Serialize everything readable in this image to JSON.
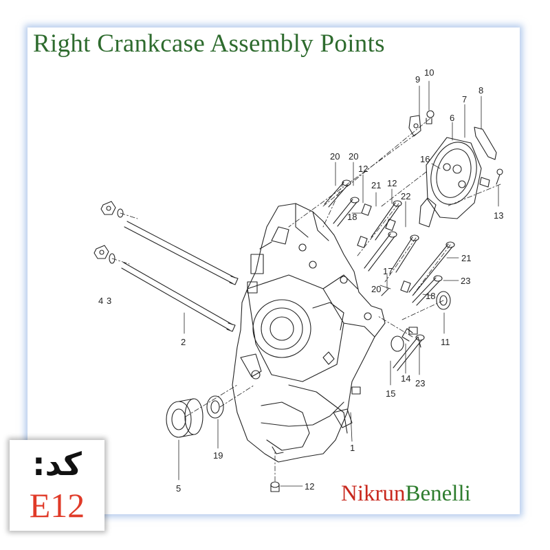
{
  "title": "Right Crankcase Assembly Points",
  "code": {
    "label": "کد:",
    "value": "E12"
  },
  "brand": {
    "part1": "Nikrun",
    "part2": "Benelli"
  },
  "colors": {
    "title": "#2e6b2e",
    "frame_glow": "#78a0dc",
    "code_value": "#e03a28",
    "brand_part1": "#c8281e",
    "brand_part2": "#2e7d2e"
  },
  "callouts": [
    "9",
    "10",
    "8",
    "7",
    "6",
    "16",
    "13",
    "20",
    "20",
    "12",
    "21",
    "12",
    "22",
    "18",
    "21",
    "17",
    "20",
    "18",
    "23",
    "11",
    "2",
    "4",
    "3",
    "14",
    "23",
    "15",
    "1",
    "19",
    "5",
    "12"
  ]
}
